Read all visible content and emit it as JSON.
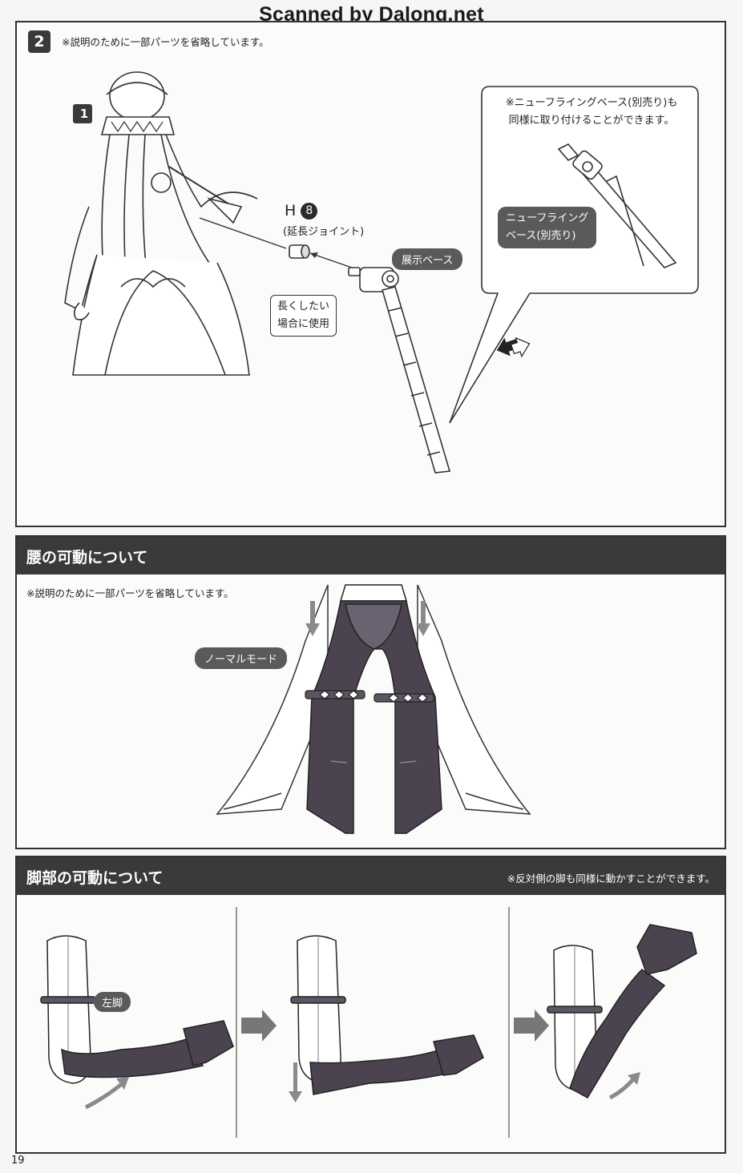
{
  "watermark": "Scanned by Dalong.net",
  "step2": {
    "badge": "2",
    "note": "※説明のために一部パーツを省略しています。",
    "sub_badge": "1",
    "part_id": "H",
    "part_num": "8",
    "part_name": "(延長ジョイント)",
    "tip_line1": "長くしたい",
    "tip_line2": "場合に使用",
    "display_base_label": "展示ベース",
    "callout_line1": "※ニューフライングベース(別売り)も",
    "callout_line2": "同様に取り付けることができます。",
    "nfb_line1": "ニューフライング",
    "nfb_line2": "ベース(別売り)"
  },
  "waist": {
    "title": "腰の可動について",
    "note": "※説明のために一部パーツを省略しています。",
    "mode_label": "ノーマルモード"
  },
  "leg": {
    "title": "脚部の可動について",
    "note": "※反対側の脚も同様に動かすことができます。",
    "left_leg_label": "左脚"
  },
  "page_number": "19",
  "colors": {
    "panel_header": "#3a3a3a",
    "pill": "#5a5a5a",
    "leg_fill": "#4b4450",
    "arrow_gray": "#8a8a8a"
  }
}
